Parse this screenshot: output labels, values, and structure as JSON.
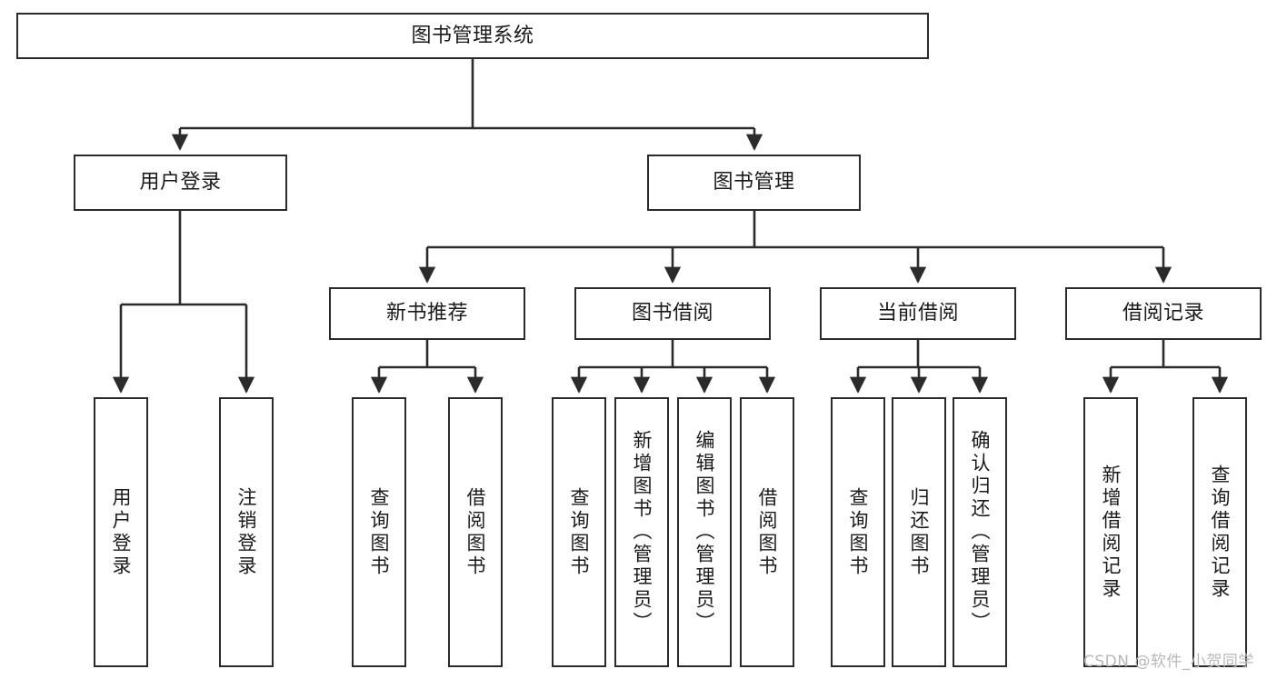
{
  "diagram": {
    "title": "图书管理系统",
    "type": "tree-hierarchy-chart",
    "root": {
      "label": "图书管理系统"
    },
    "level2": [
      {
        "label": "用户登录"
      },
      {
        "label": "图书管理"
      }
    ],
    "level3": [
      {
        "label": "新书推荐"
      },
      {
        "label": "图书借阅"
      },
      {
        "label": "当前借阅"
      },
      {
        "label": "借阅记录"
      }
    ],
    "leaves": {
      "user_login": [
        {
          "label": "用户登录"
        },
        {
          "label": "注销登录"
        }
      ],
      "new_book_recommend": [
        {
          "label": "查询图书"
        },
        {
          "label": "借阅图书"
        }
      ],
      "book_borrow": [
        {
          "label": "查询图书"
        },
        {
          "label": "新增图书（管理员）"
        },
        {
          "label": "编辑图书（管理员）"
        },
        {
          "label": "借阅图书"
        }
      ],
      "current_borrow": [
        {
          "label": "查询图书"
        },
        {
          "label": "归还图书"
        },
        {
          "label": "确认归还（管理员）"
        }
      ],
      "borrow_record": [
        {
          "label": "新增借阅记录"
        },
        {
          "label": "查询借阅记录"
        }
      ]
    }
  },
  "watermark": {
    "text": "CSDN @软件_小贺同学"
  },
  "colors": {
    "stroke": "#2b2b2b",
    "background": "#ffffff",
    "text": "#1a1a1a",
    "watermark": "#b8b8b8"
  }
}
